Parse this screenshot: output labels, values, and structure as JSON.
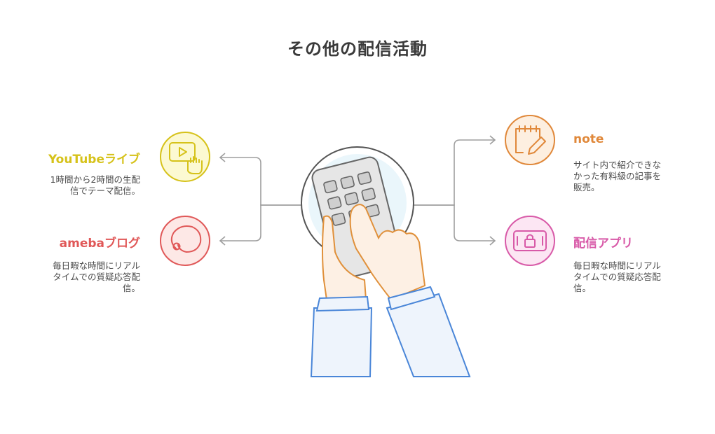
{
  "title": "その他の配信活動",
  "colors": {
    "youtube": "#d6c21a",
    "ameba": "#e05858",
    "note": "#e0883a",
    "app": "#d85aa8",
    "connector": "#9e9e9e",
    "sleeve": "#4a86d8",
    "hand": "#e0903a"
  },
  "items": {
    "youtube": {
      "title": "YouTubeライブ",
      "desc": [
        "1時間から2時間の生配",
        "信でテーマ配信。"
      ],
      "icon": "video-hand-icon"
    },
    "ameba": {
      "title": "amebaブログ",
      "desc": [
        "毎日暇な時間にリアル",
        "タイムでの質疑応答配",
        "信。"
      ],
      "icon": "scribble-icon"
    },
    "note": {
      "title": "note",
      "desc": [
        "サイト内で紹介できな",
        "かった有料級の記事を",
        "販売。"
      ],
      "icon": "notepad-pen-icon"
    },
    "app": {
      "title": "配信アプリ",
      "desc": [
        "毎日暇な時間にリアル",
        "タイムでの質疑応答配",
        "信。"
      ],
      "icon": "phone-lock-icon"
    }
  }
}
